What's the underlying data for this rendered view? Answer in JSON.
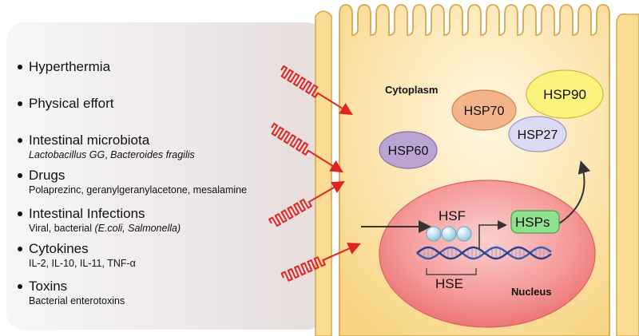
{
  "stimuli": [
    {
      "label": "Hyperthermia",
      "detail": []
    },
    {
      "label": "Physical effort",
      "detail": []
    },
    {
      "label": "Intestinal microbiota",
      "detail": [
        {
          "text": "Lactobacillus GG",
          "italic": true
        },
        {
          "text": ", ",
          "italic": false
        },
        {
          "text": "Bacteroides fragilis",
          "italic": true
        }
      ]
    },
    {
      "label": "Drugs",
      "detail": [
        {
          "text": "Polaprezinc, geranylgeranylacetone, mesalamine",
          "italic": false
        }
      ]
    },
    {
      "label": "Intestinal Infections",
      "detail": [
        {
          "text": "Viral, bacterial ",
          "italic": false
        },
        {
          "text": "(E.coli, Salmonella)",
          "italic": true
        }
      ]
    },
    {
      "label": "Cytokines",
      "detail": [
        {
          "text": "IL-2, IL-10, IL-11, TNF-α",
          "italic": false
        }
      ]
    },
    {
      "label": "Toxins",
      "detail": [
        {
          "text": "Bacterial enterotoxins",
          "italic": false
        }
      ]
    }
  ],
  "cell": {
    "cytoplasm_label": "Cytoplasm",
    "nucleus_label": "Nucleus",
    "hsf_label": "HSF",
    "hse_label": "HSE",
    "hsps_label": "HSPs"
  },
  "proteins": [
    {
      "label": "HSP90",
      "color": "#fbf37c"
    },
    {
      "label": "HSP70",
      "color": "#f4b489"
    },
    {
      "label": "HSP27",
      "color": "#dcdaf0"
    },
    {
      "label": "HSP60",
      "color": "#b9a4d3"
    }
  ],
  "colors": {
    "cell_fill": "#fbdc95",
    "cell_outline": "#d4a94e",
    "nucleus_fill": "#f07c7c",
    "stress_arrow": "#e02424",
    "hsps_box": "#8fe08f",
    "dna": "#3a5ab0"
  }
}
